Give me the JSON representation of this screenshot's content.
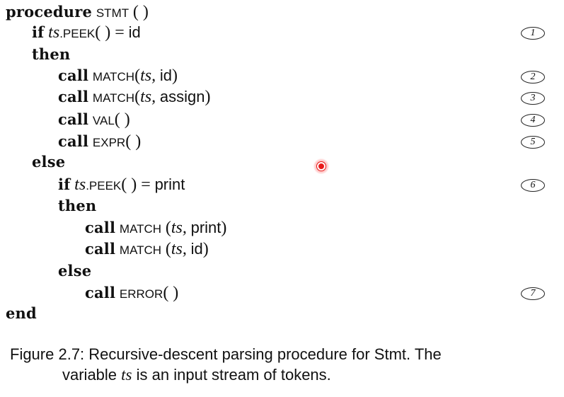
{
  "code": {
    "l1": {
      "kw": "procedure",
      "name": "STMT",
      "paren": "( )"
    },
    "l2": {
      "kw": "if",
      "ts": "ts",
      "peek": ".PEEK",
      "paren": "( ) =",
      "val": "id"
    },
    "l3": {
      "kw": "then"
    },
    "l4": {
      "kw": "call",
      "name": "MATCH",
      "open": "(",
      "ts": "ts,",
      "arg": "id",
      "close": ")"
    },
    "l5": {
      "kw": "call",
      "name": "MATCH",
      "open": "(",
      "ts": "ts,",
      "arg": "assign",
      "close": ")"
    },
    "l6": {
      "kw": "call",
      "name": "VAL",
      "paren": "( )"
    },
    "l7": {
      "kw": "call",
      "name": "EXPR",
      "paren": "( )"
    },
    "l8": {
      "kw": "else"
    },
    "l9": {
      "kw": "if",
      "ts": "ts",
      "peek": ".PEEK",
      "paren": "( ) =",
      "val": "print"
    },
    "l10": {
      "kw": "then"
    },
    "l11": {
      "kw": "call",
      "name": "MATCH",
      "open": "(",
      "ts": "ts,",
      "arg": "print",
      "close": ")"
    },
    "l12": {
      "kw": "call",
      "name": "MATCH",
      "open": "(",
      "ts": "ts,",
      "arg": "id",
      "close": ")"
    },
    "l13": {
      "kw": "else"
    },
    "l14": {
      "kw": "call",
      "name": "ERROR",
      "paren": "( )"
    },
    "l15": {
      "kw": "end"
    }
  },
  "markers": [
    "1",
    "2",
    "3",
    "4",
    "5",
    "6",
    "7"
  ],
  "caption": {
    "line1": "Figure 2.7: Recursive-descent parsing procedure for Stmt. The",
    "line2_pre": "variable",
    "line2_ts": "ts",
    "line2_post": "is an input stream of tokens."
  }
}
